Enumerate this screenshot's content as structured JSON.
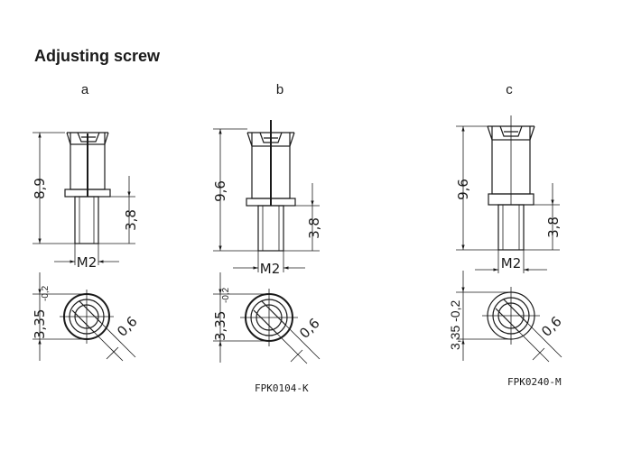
{
  "heading": "Adjusting screw",
  "variants": [
    {
      "label": "a",
      "height": "8,9",
      "shaft": "3,8",
      "thread": "M2",
      "diameter_main": "3,35",
      "diameter_tol": "-0,2",
      "slot": "0,6",
      "code": ""
    },
    {
      "label": "b",
      "height": "9,6",
      "shaft": "3,8",
      "thread": "M2",
      "diameter_main": "3,35",
      "diameter_tol": "-0,2",
      "slot": "0,6",
      "code": "FPK0104-K"
    },
    {
      "label": "c",
      "height": "9,6",
      "shaft": "3,8",
      "thread": "M2",
      "diameter": "3,35 -0,2",
      "slot": "0,6",
      "code": "FPK0240-M"
    }
  ]
}
